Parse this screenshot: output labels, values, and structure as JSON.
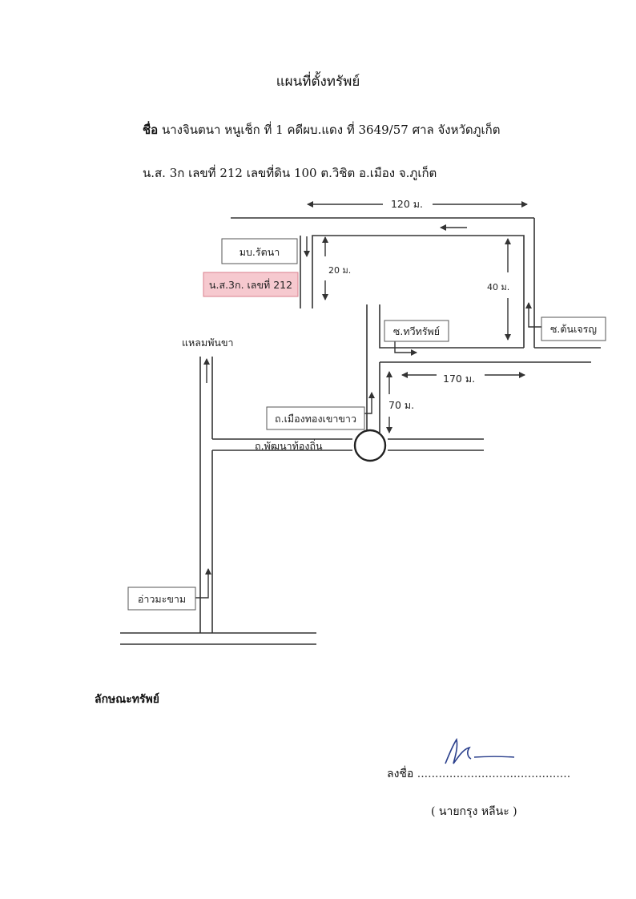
{
  "header": {
    "title": "แผนที่ตั้งทรัพย์",
    "line1_label": "ชื่อ",
    "line1_text": "นางจินตนา หนูเช็ก ที่ 1 คดีผบ.แดง ที่ 3649/57 ศาล จังหวัดภูเก็ต",
    "line2_text": "น.ส. 3ก เลขที่ 212 เลขที่ดิน 100 ต.วิชิต อ.เมือง จ.ภูเก็ต"
  },
  "map": {
    "labels": {
      "village": "มบ.รัตนา",
      "plot": "น.ส.3ก. เลขที่ 212",
      "soi_thawee": "ซ.ทวีทรัพย์",
      "soi_ton": "ซ.ต้นเจรญ",
      "laem": "แหลมพันขา",
      "mueang_road": "ถ.เมืองทองเขาขาว",
      "pattana_road": "ถ.พัฒนาท้องถิ่น",
      "ao": "อ่าวมะขาม",
      "dist_120": "120 ม.",
      "dist_20": "20 ม.",
      "dist_40": "40 ม.",
      "dist_170": "170 ม.",
      "dist_70": "70 ม."
    },
    "colors": {
      "plot_fill": "#f6c9cf",
      "plot_border": "#d9808c",
      "line": "#333333"
    }
  },
  "footer": {
    "section_label": "ลักษณะทรัพย์",
    "sign_label": "ลงชื่อ",
    "sign_dots": "...........................................",
    "signer": "( นายกรุง หลีนะ )"
  }
}
